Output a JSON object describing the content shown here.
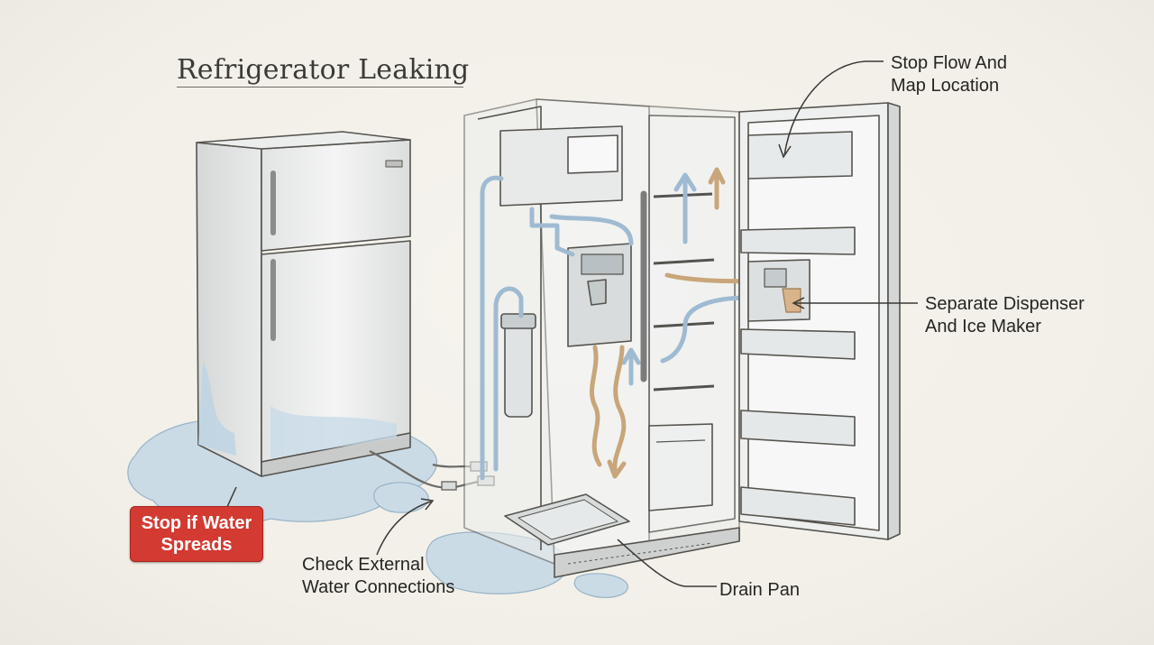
{
  "title": "Refrigerator Leaking",
  "callouts": {
    "stop_flow": "Stop Flow And\nMap Location",
    "separate": "Separate Dispenser\nAnd Ice Maker",
    "external": "Check External\nWater Connections",
    "drain_pan": "Drain Pan",
    "alert": "Stop if Water\nSpreads"
  },
  "colors": {
    "alert_red": "#d23a32",
    "water_blue": "#a9c4da",
    "flow_tan": "#c9a67a",
    "ink": "#4a4843"
  }
}
